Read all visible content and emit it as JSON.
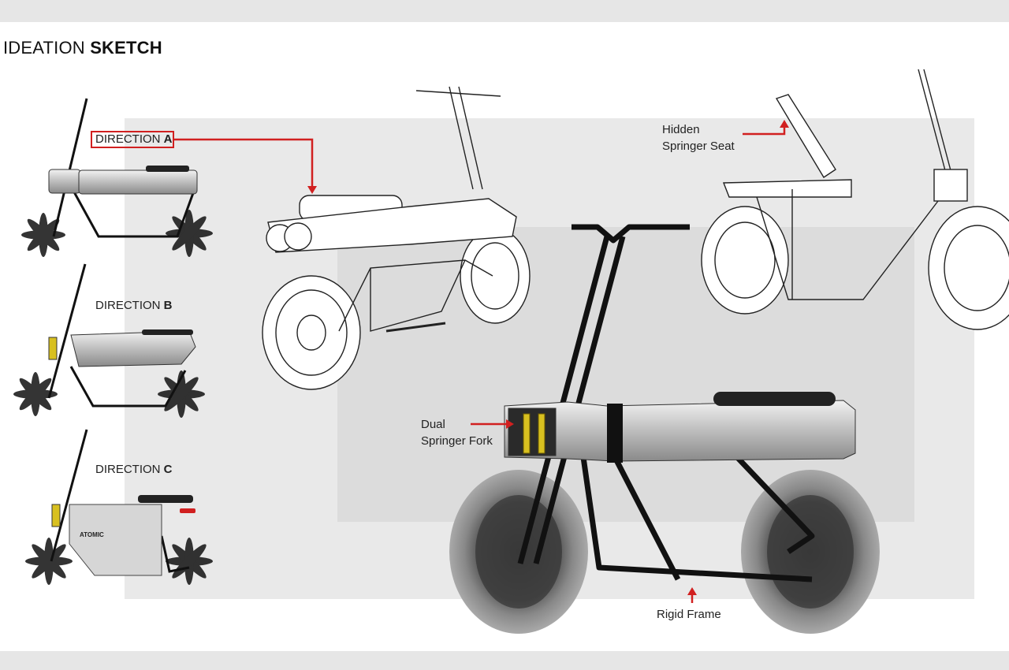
{
  "header": {
    "title_light": "IDEATION ",
    "title_bold": "SKETCH"
  },
  "directions": [
    {
      "prefix": "DIRECTION ",
      "letter": "A"
    },
    {
      "prefix": "DIRECTION ",
      "letter": "B"
    },
    {
      "prefix": "DIRECTION ",
      "letter": "C"
    }
  ],
  "callouts": {
    "seat": [
      "Hidden",
      "Springer Seat"
    ],
    "fork": [
      "Dual",
      "Springer Fork"
    ],
    "frame": "Rigid Frame"
  },
  "badge": "ATOMIC",
  "colors": {
    "accent": "#d12020",
    "spring": "#d8c020",
    "frame": "#111111",
    "tank": "#cfcfcf"
  }
}
